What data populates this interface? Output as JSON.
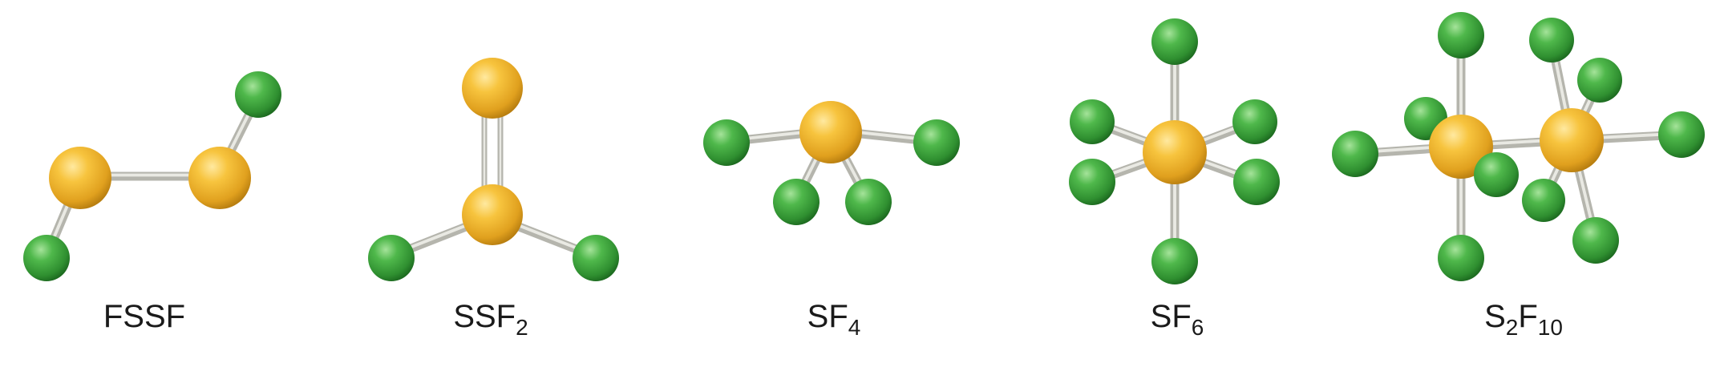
{
  "molecules": [
    {
      "id": "fssf",
      "label": "FSSF",
      "formula": [
        {
          "t": "FSSF"
        }
      ]
    },
    {
      "id": "ssf2",
      "label": "SSF2",
      "formula": [
        {
          "t": "SSF"
        },
        {
          "t": "2",
          "sub": true
        }
      ]
    },
    {
      "id": "sf4",
      "label": "SF4",
      "formula": [
        {
          "t": "SF"
        },
        {
          "t": "4",
          "sub": true
        }
      ]
    },
    {
      "id": "sf6",
      "label": "SF6",
      "formula": [
        {
          "t": "SF"
        },
        {
          "t": "6",
          "sub": true
        }
      ]
    },
    {
      "id": "s2f10",
      "label": "S2F10",
      "formula": [
        {
          "t": "S"
        },
        {
          "t": "2",
          "sub": true
        },
        {
          "t": "F"
        },
        {
          "t": "10",
          "sub": true
        }
      ]
    }
  ],
  "colors": {
    "sulfur": "#f2b630",
    "fluorine": "#3aa63a",
    "bond": "#c9c9c0",
    "text": "#1a1a1a"
  }
}
